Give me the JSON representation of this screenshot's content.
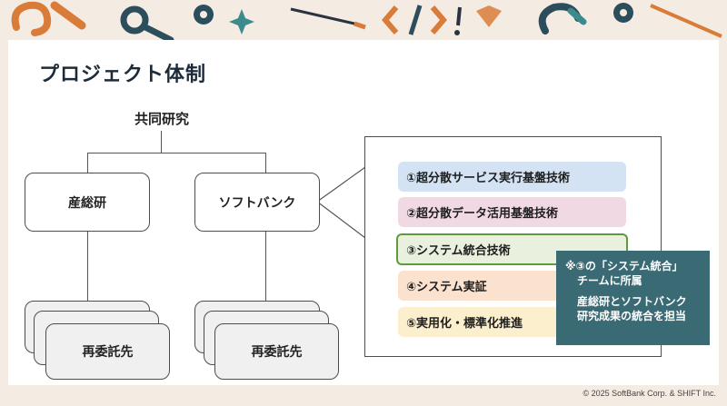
{
  "slide": {
    "title": "プロジェクト体制",
    "joint_research_label": "共同研究"
  },
  "org": {
    "aist": "産総研",
    "softbank": "ソフトバンク",
    "subcontractor_left": "再委託先",
    "subcontractor_right": "再委託先"
  },
  "technologies": [
    {
      "label": "①超分散サービス実行基盤技術",
      "color": "#d3e3f4"
    },
    {
      "label": "②超分散データ活用基盤技術",
      "color": "#f1d9e4"
    },
    {
      "label": "③システム統合技術",
      "color": "#e9f1de"
    },
    {
      "label": "④システム実証",
      "color": "#fbe2cf"
    },
    {
      "label": "⑤実用化・標準化推進",
      "color": "#fcefce"
    }
  ],
  "highlight_color": "#5e9b3e",
  "note": {
    "line1": "※③の「システム統合」",
    "line2": "チームに所属",
    "line3": "産総研とソフトバンク",
    "line4": "研究成果の統合を担当",
    "background": "#3a6b75"
  },
  "footer": {
    "copyright": "© 2025 SoftBank Corp. & SHIFT Inc."
  }
}
